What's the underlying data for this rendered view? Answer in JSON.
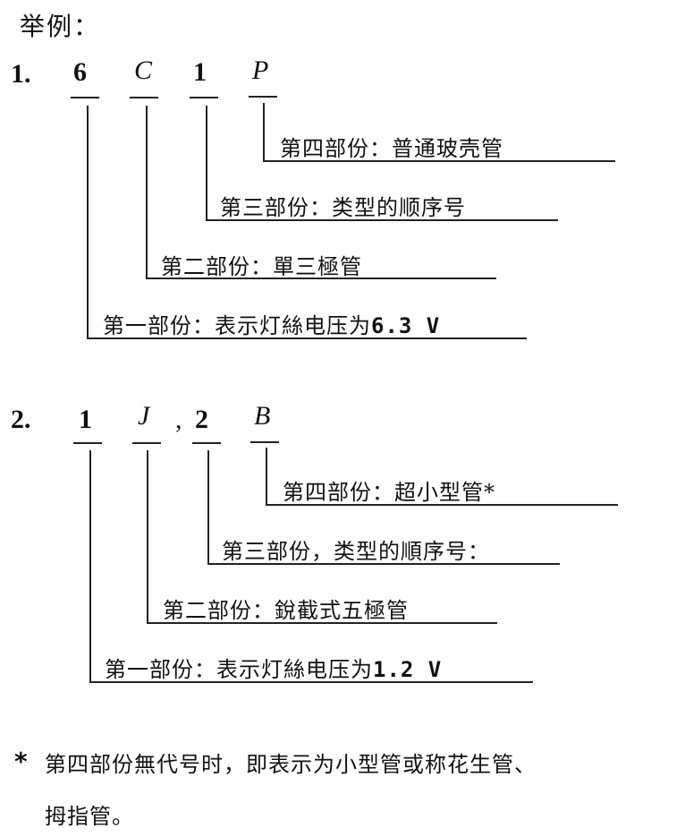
{
  "heading": "举例：",
  "example1": {
    "number": "1.",
    "codes": [
      "6",
      "C",
      "1",
      "P"
    ],
    "parts": [
      {
        "label": "第四部份：",
        "desc": "普通玻壳管"
      },
      {
        "label": "第三部份：",
        "desc": "类型的顺序号"
      },
      {
        "label": "第二部份：",
        "desc": "單三極管"
      },
      {
        "label": "第一部份：",
        "desc": "表示灯絲电压为",
        "value": "6.3 V"
      }
    ]
  },
  "example2": {
    "number": "2.",
    "codes": [
      "1",
      "J",
      ",",
      "2",
      "B"
    ],
    "parts": [
      {
        "label": "第四部份：",
        "desc": "超小型管*"
      },
      {
        "label": "第三部份，",
        "desc": "类型的順序号："
      },
      {
        "label": "第二部份：",
        "desc": "銳截式五極管"
      },
      {
        "label": "第一部份：",
        "desc": "表示灯絲电压为",
        "value": "1.2 V"
      }
    ]
  },
  "footnote": {
    "marker": "*",
    "line1": "第四部份無代号时，即表示为小型管或称花生管、",
    "line2": "拇指管。"
  }
}
